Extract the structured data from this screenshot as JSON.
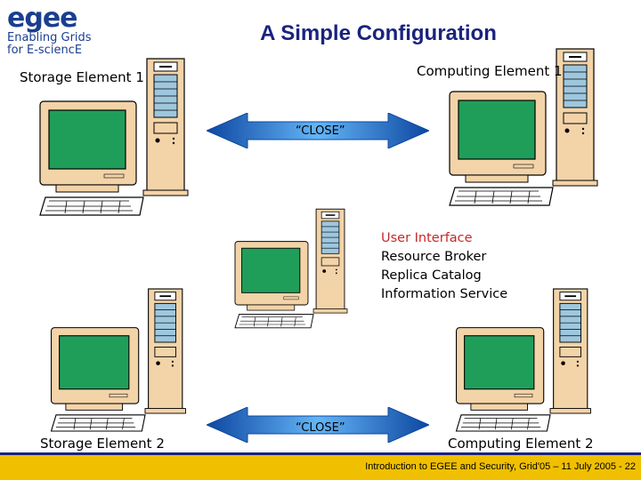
{
  "logo": {
    "word": "egee",
    "line1": "Enabling Grids",
    "line2": "for E-sciencE"
  },
  "title": "A Simple Configuration",
  "nodes": {
    "se1": "Storage Element 1",
    "ce1": "Computing Element 1",
    "se2": "Storage Element 2",
    "ce2": "Computing Element 2"
  },
  "services": [
    "User Interface",
    "Resource Broker",
    "Replica Catalog",
    "Information Service"
  ],
  "arrows": {
    "top_label": "“CLOSE”",
    "bottom_label": "“CLOSE”"
  },
  "footer": {
    "text": "Introduction to EGEE and Security, Grid'05 – 11 July 2005 - 22"
  },
  "colors": {
    "title": "#1a237e",
    "screen": "#1f9e5a",
    "arrow": "#1565c0",
    "footer": "#f0c000",
    "highlight": "#c62828"
  }
}
